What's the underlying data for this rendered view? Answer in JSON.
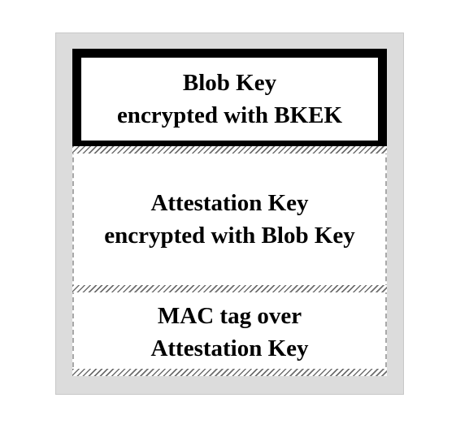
{
  "diagram": {
    "blocks": [
      {
        "label": "Blob Key\nencrypted with BKEK"
      },
      {
        "label": "Attestation Key\nencrypted with Blob Key"
      },
      {
        "label": "MAC tag over\nAttestation Key"
      }
    ]
  }
}
